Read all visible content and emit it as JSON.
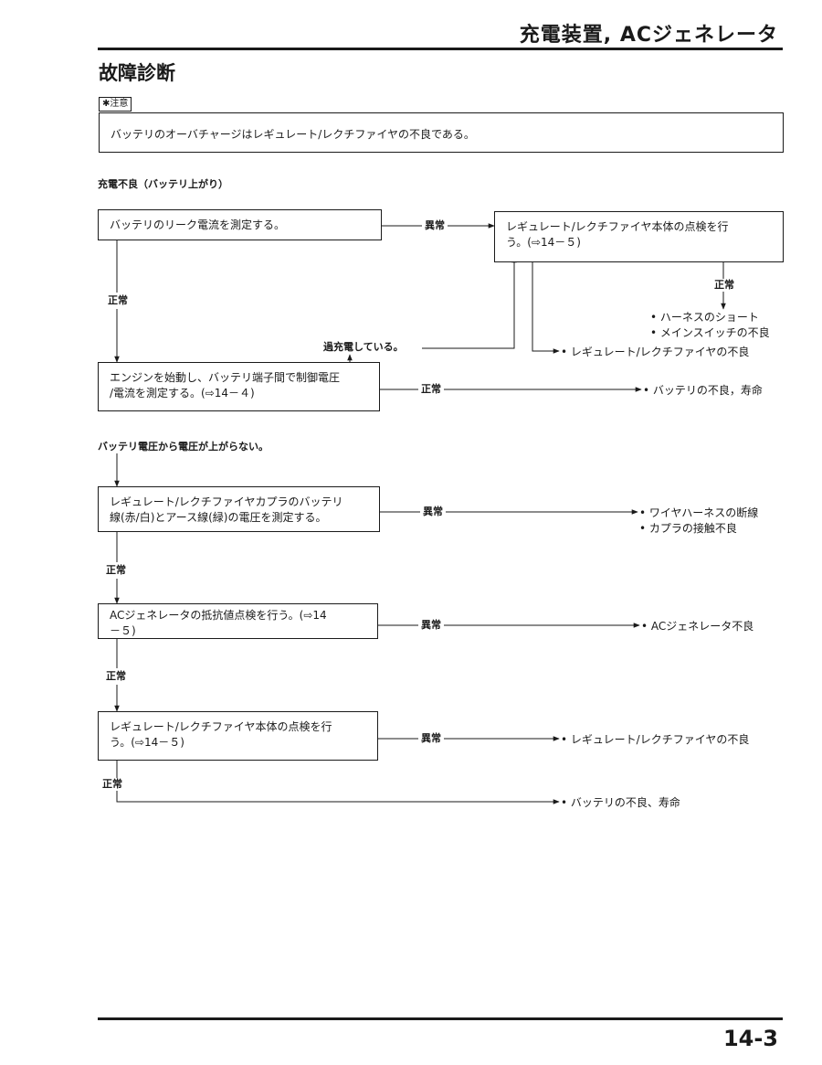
{
  "header": {
    "chapter_title": "充電装置, ACジェネレータ",
    "section_title": "故障診断"
  },
  "caution": {
    "label": "注意",
    "text": "バッテリのオーバチャージはレギュレート/レクチファイヤの不良である。"
  },
  "flow": {
    "heading": "充電不良（バッテリ上がり）",
    "box1": "バッテリのリーク電流を測定する。",
    "box2": [
      "レギュレート/レクチファイヤ本体の点検を行",
      "う。(⇨14－５)"
    ],
    "box3": [
      "エンジンを始動し、バッテリ端子間で制御電圧",
      "/電流を測定する。(⇨14－４)"
    ],
    "box4": [
      "レギュレート/レクチファイヤカプラのバッテリ",
      "線(赤/白)とアース線(緑)の電圧を測定する。"
    ],
    "box5": [
      "ACジェネレータの抵抗値点検を行う。(⇨14",
      "－５)"
    ],
    "box6": [
      "レギュレート/レクチファイヤ本体の点検を行",
      "う。(⇨14－５)"
    ],
    "labels": {
      "abnormal": "異常",
      "normal": "正常",
      "overcharged": "過充電している。",
      "voltage_not_rising": "バッテリ電圧から電圧が上がらない。"
    },
    "results": {
      "r1a": "• ハーネスのショート",
      "r1b": "• メインスイッチの不良",
      "r1c": "• レギュレート/レクチファイヤの不良",
      "r2": "• バッテリの不良，寿命",
      "r3a": "• ワイヤハーネスの断線",
      "r3b": "• カプラの接触不良",
      "r4": "• ACジェネレータ不良",
      "r5": "• レギュレート/レクチファイヤの不良",
      "r6": "• バッテリの不良、寿命"
    }
  },
  "footer": {
    "page_number": "14-3"
  }
}
